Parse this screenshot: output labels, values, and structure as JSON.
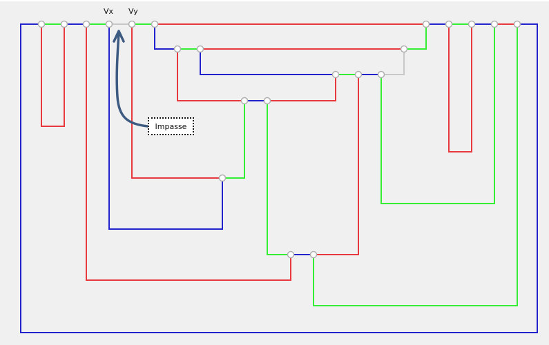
{
  "diagram": {
    "labels": {
      "vx": "Vx",
      "vy": "Vy"
    },
    "callout": {
      "text": "Impasse"
    },
    "colors": {
      "red": "#e8383d",
      "green": "#33ee33",
      "blue": "#2222cc",
      "gray": "#c8c8c8",
      "arrow": "#3d5a80",
      "node_fill": "#ffffff",
      "node_stroke": "#b0b0b0"
    }
  }
}
